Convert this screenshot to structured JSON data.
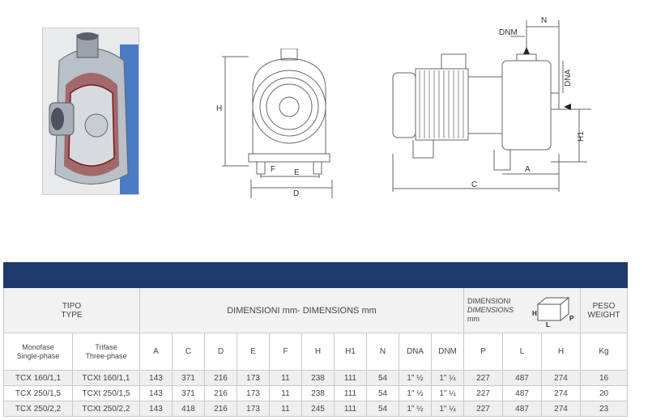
{
  "drawing_labels": {
    "front": {
      "h": "H",
      "f": "F",
      "e": "E",
      "d": "D"
    },
    "side": {
      "n": "N",
      "dnm": "DNM",
      "dna": "DNA",
      "h1": "H1",
      "a": "A",
      "c": "C"
    }
  },
  "table": {
    "tipo": "TIPO",
    "type": "TYPE",
    "dimensions_title": "DIMENSIONI mm- DIMENSIONS mm",
    "pack_dimensions_it": "DIMENSIONI",
    "pack_dimensions_en": "DIMENSIONS",
    "pack_unit": "mm",
    "pack_box_labels": {
      "h": "H",
      "l": "L",
      "p": "P"
    },
    "weight_it": "PESO",
    "weight_en": "WEIGHT",
    "monofase": "Monofase",
    "single_phase": "Single-phase",
    "trifase": "Trifase",
    "three_phase": "Three-phase",
    "columns": [
      "A",
      "C",
      "D",
      "E",
      "F",
      "H",
      "H1",
      "N",
      "DNA",
      "DNM",
      "P",
      "L",
      "H",
      "Kg"
    ],
    "rows": [
      [
        "TCX 160/1,1",
        "TCXt 160/1,1",
        "143",
        "371",
        "216",
        "173",
        "11",
        "238",
        "111",
        "54",
        "1\" ½",
        "1\" ¼",
        "227",
        "487",
        "274",
        "16"
      ],
      [
        "TCX 250/1,5",
        "TCXt 250/1,5",
        "143",
        "371",
        "216",
        "173",
        "11",
        "238",
        "111",
        "54",
        "1\" ½",
        "1\" ¼",
        "227",
        "487",
        "274",
        "20"
      ],
      [
        "TCX 250/2,2",
        "TCXt 250/2,2",
        "143",
        "418",
        "216",
        "173",
        "11",
        "245",
        "111",
        "54",
        "1\" ½",
        "1\" ¼",
        "227",
        "487",
        "274",
        "23"
      ]
    ]
  }
}
